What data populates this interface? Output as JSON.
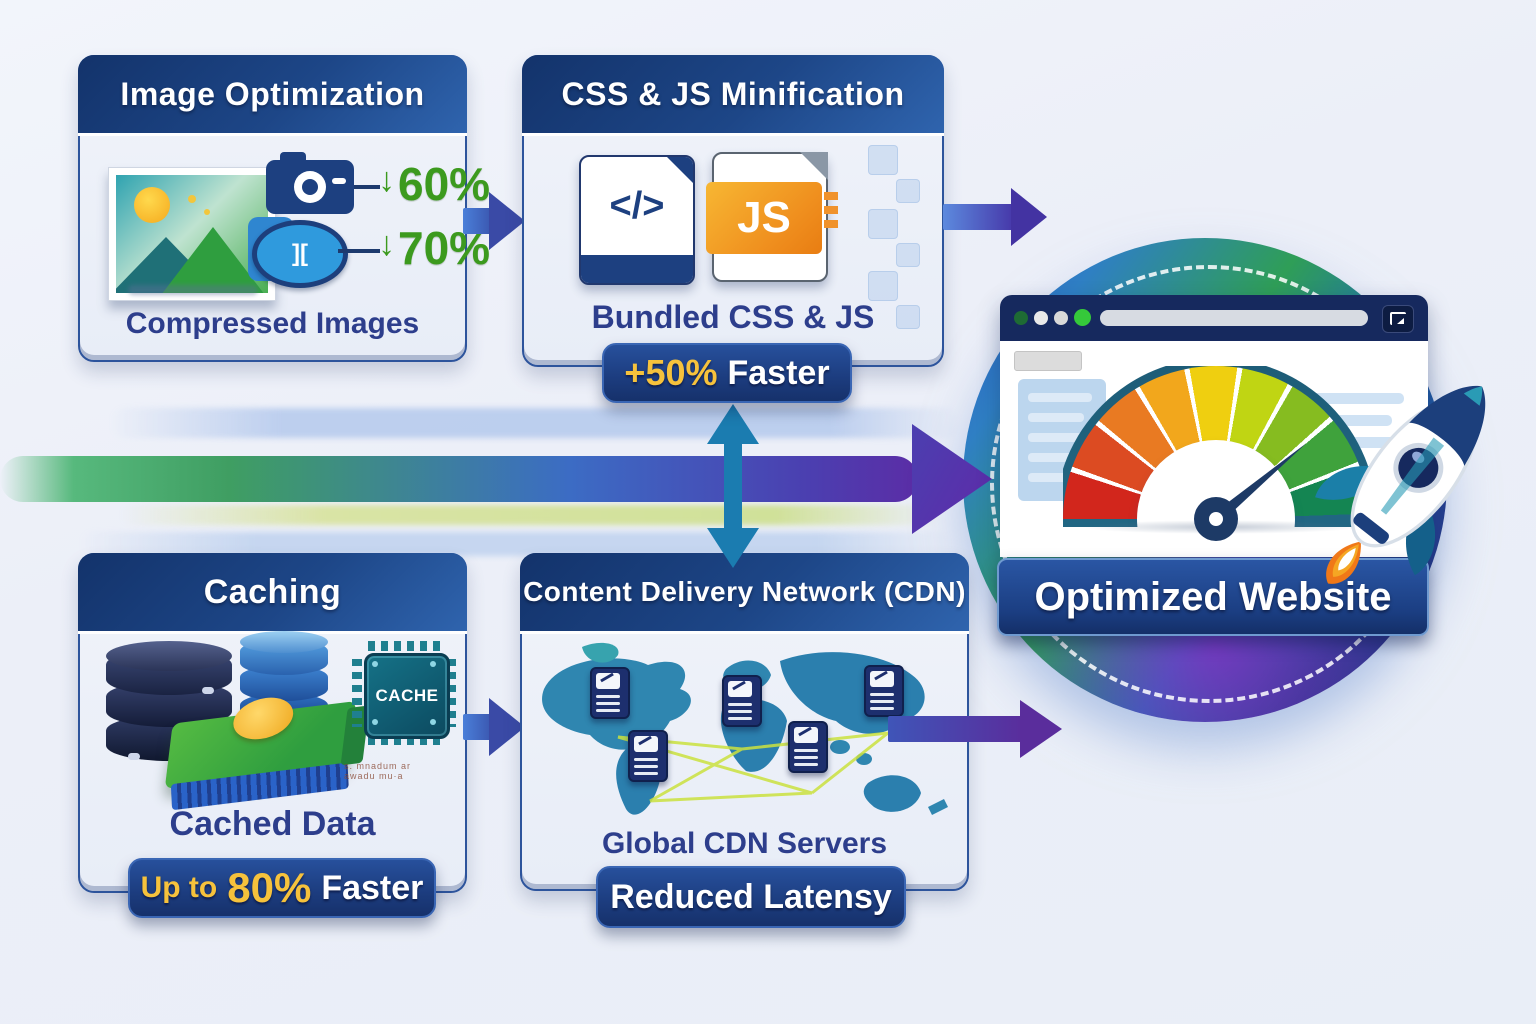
{
  "boxes": {
    "image_optimization": {
      "title": "Image Optimization",
      "caption": "Compressed Images",
      "stats": [
        {
          "value": "60%"
        },
        {
          "value": "70%"
        }
      ]
    },
    "minification": {
      "title": "CSS & JS Minification",
      "caption": "Bundled CSS & JS",
      "badge": {
        "value": "+50%",
        "suffix": "Faster"
      }
    },
    "caching": {
      "title": "Caching",
      "caption": "Cached Data",
      "chip_label": "CACHE",
      "badge": {
        "prefix": "Up to",
        "value": "80%",
        "suffix": "Faster"
      },
      "artifact_line1": "s. mnadum ar",
      "artifact_line2": "awadu mu·a"
    },
    "cdn": {
      "title": "Content Delivery Network (CDN)",
      "caption": "Global CDN Servers",
      "badge": "Reduced Latensy"
    }
  },
  "result": {
    "label": "Optimized Website"
  },
  "icons": {
    "js_label": "JS",
    "code_glyph": "</>",
    "compress_glyph": "][",
    "reduction_arrow": "↓"
  },
  "colors": {
    "stat_green": "#3c9a1e",
    "badge_gold": "#f6c23c",
    "badge_navy": "#1e3f83",
    "arrow_teal": "#1b7cb0",
    "arrow_purple": "#5b2da6",
    "ring_green": "#2f9e57",
    "ring_blue": "#2b59c8"
  }
}
